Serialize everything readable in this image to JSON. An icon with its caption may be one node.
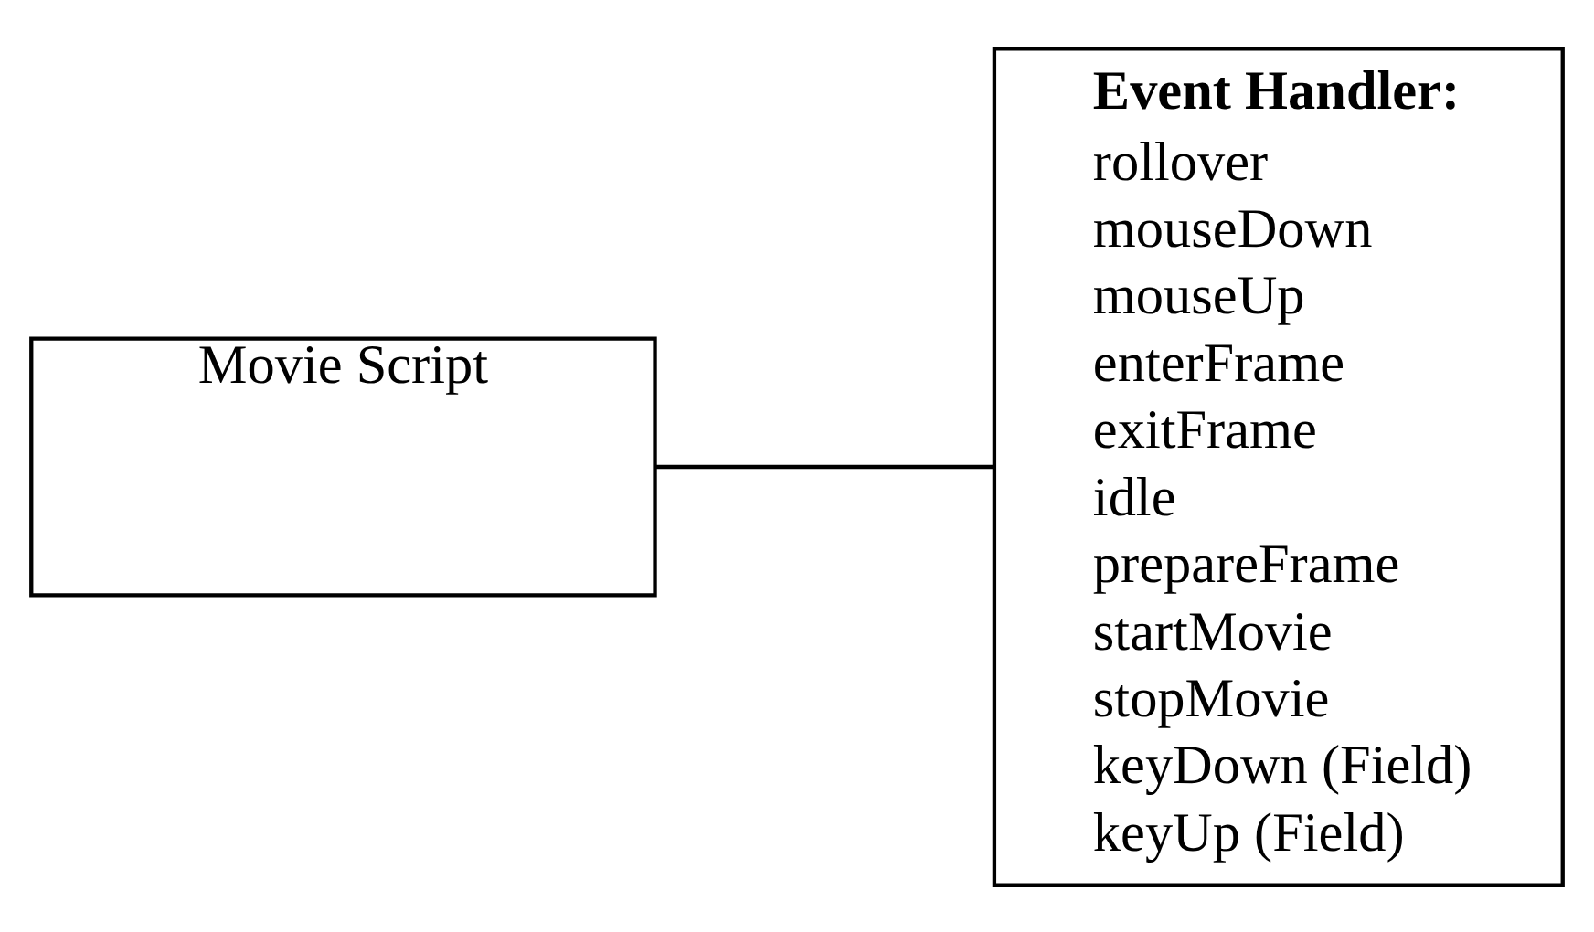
{
  "diagram": {
    "nodes": [
      {
        "text": [
          "Movie Script"
        ]
      },
      {
        "text": [
          "Event Handler:",
          "rollover",
          "mouseDown",
          "mouseUp",
          "enterFrame",
          "exitFrame",
          "idle",
          "prepareFrame",
          "startMovie",
          "stopMovie",
          "keyDown (Field)",
          "keyUp (Field)"
        ]
      }
    ],
    "edges": [
      {
        "from": 0,
        "to": 1,
        "arrow": "none"
      }
    ]
  }
}
